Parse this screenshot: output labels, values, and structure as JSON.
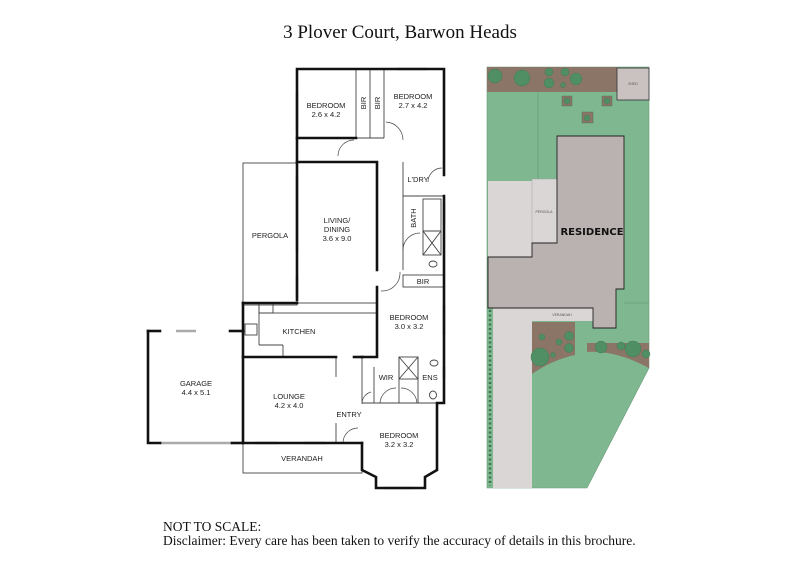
{
  "title": "3 Plover Court, Barwon Heads",
  "floor_plan": {
    "rooms": {
      "bedroom_nw": {
        "name": "BEDROOM",
        "size": "2.6 x 4.2"
      },
      "bedroom_ne": {
        "name": "BEDROOM",
        "size": "2.7 x 4.2"
      },
      "bir_1": "BIR",
      "bir_2": "BIR",
      "bir_3": "BIR",
      "laundry": "L'DRY",
      "bath": "BATH",
      "pergola": "PERGOLA",
      "living": {
        "name": "LIVING/",
        "name2": "DINING",
        "size": "3.6 x 9.0"
      },
      "kitchen": "KITCHEN",
      "bedroom_e": {
        "name": "BEDROOM",
        "size": "3.0 x 3.2"
      },
      "garage": {
        "name": "GARAGE",
        "size": "4.4 x 5.1"
      },
      "lounge": {
        "name": "LOUNGE",
        "size": "4.2 x 4.0"
      },
      "wir": "WIR",
      "ens": "ENS",
      "entry": "ENTRY",
      "bedroom_s": {
        "name": "BEDROOM",
        "size": "3.2 x 3.2"
      },
      "verandah": "VERANDAH"
    }
  },
  "site_plan": {
    "labels": {
      "shed": "SHED",
      "pergola": "PERGOLA",
      "verandah": "VERANDAH",
      "residence": "RESIDENCE"
    },
    "colors": {
      "lawn": "#7fb890",
      "garden_bed": "#8b7567",
      "building": "#b9b2b0",
      "paving": "#d9d6d5",
      "tree": "#4f8f63"
    }
  },
  "footer": {
    "scale_note": "NOT TO SCALE:",
    "disclaimer": "Disclaimer: Every care has been taken to verify the accuracy of details in this brochure."
  }
}
